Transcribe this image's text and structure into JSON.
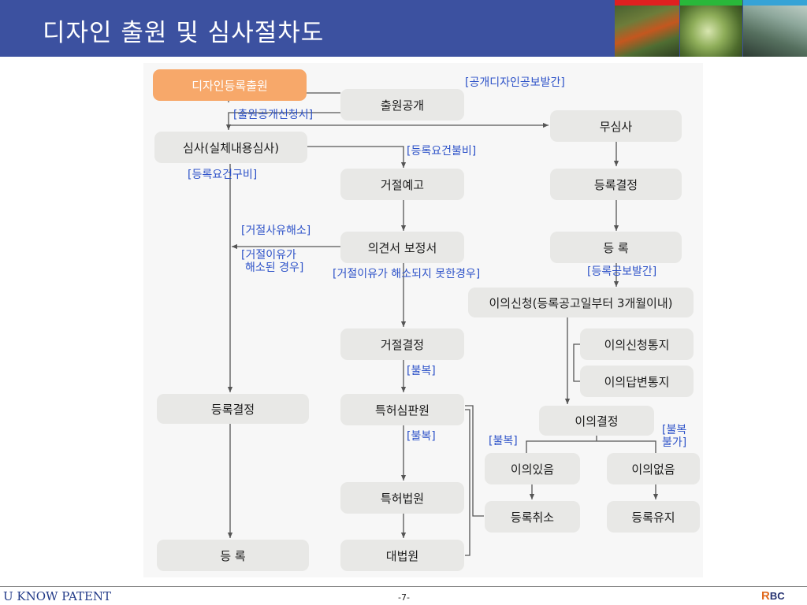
{
  "header": {
    "title": "디자인 출원 및 심사절차도"
  },
  "nodes": {
    "design_application": "디자인등록출원",
    "publication": "출원공개",
    "examination": "심사(실체내용심사)",
    "rejection_notice": "거절예고",
    "opinion": "의견서 보정서",
    "rejection_decision": "거절결정",
    "ipt": "특허심판원",
    "patent_court": "특허법원",
    "supreme_court": "대법원",
    "reg_decision_left": "등록결정",
    "registration_left": "등 록",
    "no_exam": "무심사",
    "reg_decision_right": "등록결정",
    "registration_right": "등 록",
    "opposition": "이의신청(등록공고일부터 3개월이내)",
    "opposition_notice": "이의신청통지",
    "opposition_answer": "이의답변통지",
    "opposition_decision": "이의결정",
    "opposition_valid": "이의있음",
    "opposition_invalid": "이의없음",
    "reg_cancel": "등록취소",
    "reg_maintain": "등록유지"
  },
  "labels": {
    "pub_gazette": "[공개디자인공보발간]",
    "pub_request": "[출원공개신청서]",
    "req_missing": "[등록요건불비]",
    "req_met": "[등록요건구비]",
    "reason_resolved": "[거절사유해소]",
    "reason_resolved_case_1": "[거절이유가",
    "reason_resolved_case_2": "해소된 경우]",
    "reason_unresolved": "[거절이유가 해소되지 못한경우]",
    "reg_gazette": "[등록공보발간]",
    "appeal_1": "[불복]",
    "appeal_2": "[불복]",
    "appeal_3": "[불복]",
    "no_appeal_1": "[불복",
    "no_appeal_2": "불가]"
  },
  "footer": {
    "left": "U KNOW PATENT",
    "page": "-7-",
    "logo_r": "R",
    "logo_bc": "BC"
  },
  "colors": {
    "header_bg": "#3c51a0",
    "start_node": "#f7a86a",
    "node": "#e8e8e6",
    "label": "#2d52c8",
    "arrow": "#555555"
  }
}
